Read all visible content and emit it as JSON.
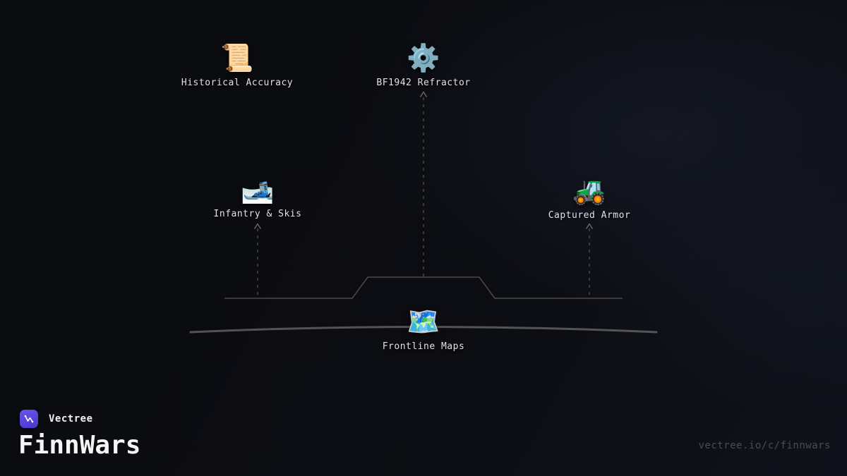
{
  "nodes": [
    {
      "icon": "📜",
      "label": "Historical Accuracy"
    },
    {
      "icon": "⚙️",
      "label": "BF1942 Refractor"
    },
    {
      "icon": "🎿",
      "label": "Infantry & Skis"
    },
    {
      "icon": "🚜",
      "label": "Captured Armor"
    },
    {
      "icon": "🗺️",
      "label": "Frontline Maps"
    }
  ],
  "branding": {
    "brand_name": "Vectree",
    "project_title": "FinnWars",
    "share_url": "vectree.io/c/finnwars"
  },
  "colors": {
    "background": "#0c0d12",
    "accent_purple": "#5b45d9",
    "connector_gray": "#555555",
    "timeline_gray": "#4a4a4a",
    "arc_gray": "#606060",
    "label_color": "#e2e2e2",
    "url_color": "#474c55"
  }
}
